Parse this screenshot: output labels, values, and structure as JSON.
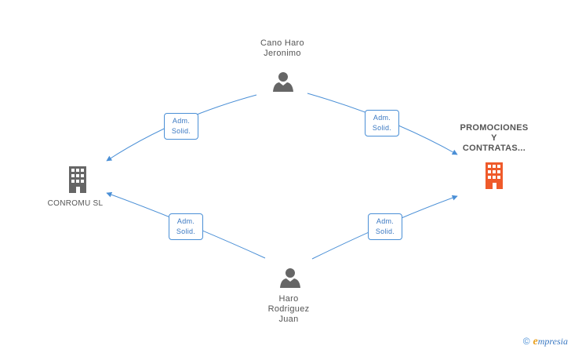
{
  "nodes": {
    "person_top": {
      "name": "Cano Haro\nJeronimo"
    },
    "person_bottom": {
      "name": "Haro\nRodriguez\nJuan"
    },
    "company_left": {
      "name": "CONROMU SL"
    },
    "company_right": {
      "name": "PROMOCIONES\nY\nCONTRATAS..."
    }
  },
  "relations": [
    {
      "line1": "Adm.",
      "line2": "Solid."
    },
    {
      "line1": "Adm.",
      "line2": "Solid."
    },
    {
      "line1": "Adm.",
      "line2": "Solid."
    },
    {
      "line1": "Adm.",
      "line2": "Solid."
    }
  ],
  "footer": {
    "copyright": "©",
    "brand_initial": "e",
    "brand_rest": "mpresia"
  },
  "colors": {
    "edge": "#4a8fd6",
    "person": "#666666",
    "company_left": "#666666",
    "company_right": "#ef5a2a"
  }
}
